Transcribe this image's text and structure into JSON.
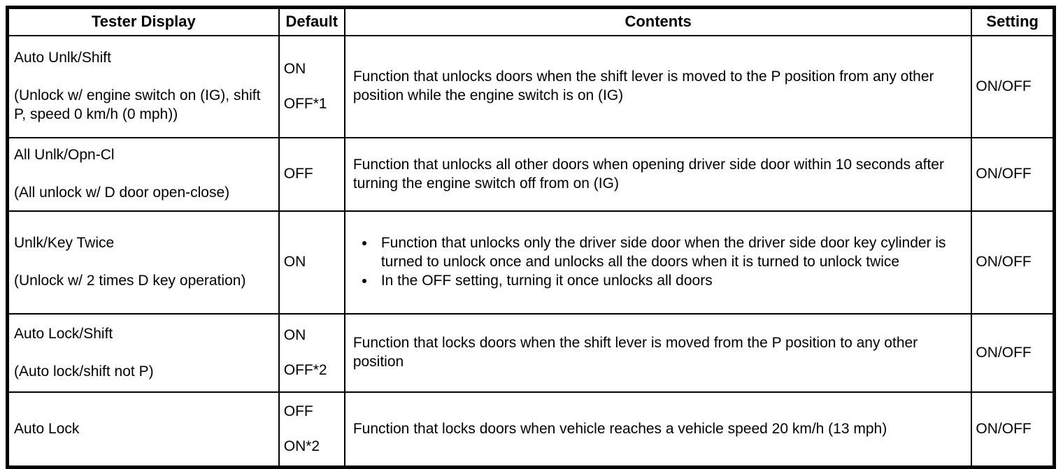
{
  "table": {
    "headers": {
      "tester": "Tester Display",
      "default": "Default",
      "contents": "Contents",
      "setting": "Setting"
    },
    "rows": [
      {
        "tester_name": "Auto Unlk/Shift",
        "tester_note": "(Unlock w/ engine switch on (IG), shift P, speed 0 km/h (0 mph))",
        "default_1": "ON",
        "default_2": "OFF*1",
        "contents": "Function that unlocks doors when the shift lever is moved to the P position from any other position while the engine switch is on (IG)",
        "setting": "ON/OFF"
      },
      {
        "tester_name": "All Unlk/Opn-Cl",
        "tester_note": "(All unlock w/ D door open-close)",
        "default_1": "OFF",
        "contents": "Function that unlocks all other doors when opening driver side door within 10 seconds after turning the engine switch off from on (IG)",
        "setting": "ON/OFF"
      },
      {
        "tester_name": "Unlk/Key Twice",
        "tester_note": "(Unlock w/ 2 times D key operation)",
        "default_1": "ON",
        "contents_bullets": [
          "Function that unlocks only the driver side door when the driver side door key cylinder is turned to unlock once and unlocks all the doors when it is turned to unlock twice",
          "In the OFF setting, turning it once unlocks all doors"
        ],
        "setting": "ON/OFF"
      },
      {
        "tester_name": "Auto Lock/Shift",
        "tester_note": "(Auto lock/shift not P)",
        "default_1": "ON",
        "default_2": "OFF*2",
        "contents": "Function that locks doors when the shift lever is moved from the P position to any other position",
        "setting": "ON/OFF"
      },
      {
        "tester_name": "Auto Lock",
        "default_1": "OFF",
        "default_2": "ON*2",
        "contents": "Function that locks doors when vehicle reaches a vehicle speed 20 km/h (13 mph)",
        "setting": "ON/OFF"
      }
    ],
    "colors": {
      "border": "#000000",
      "text": "#000000",
      "background": "#ffffff"
    }
  }
}
